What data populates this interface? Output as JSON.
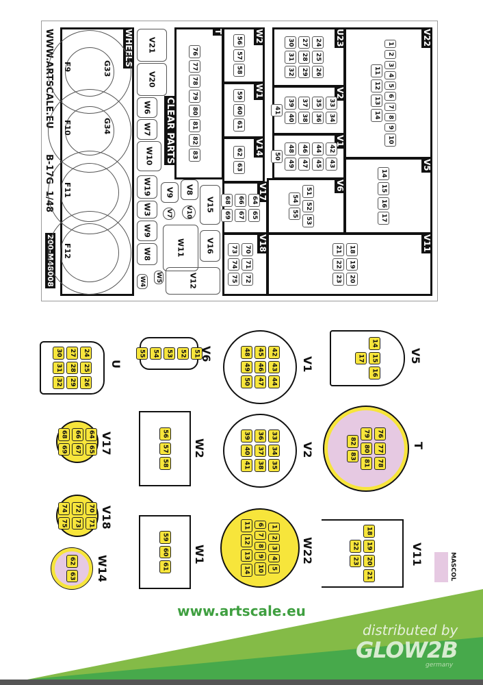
{
  "sheet": {
    "website": "WWW.ARTSCALE.EU",
    "model": "B-17G  1/48",
    "code": "200-M48008",
    "clear_parts": "CLEAR PARTS",
    "wheels": {
      "label": "WHEELS",
      "items": [
        {
          "outer": "F9",
          "inner": "G33"
        },
        {
          "outer": "F10",
          "inner": "G34"
        },
        {
          "outer": "F11",
          "inner": ""
        },
        {
          "outer": "F12",
          "inner": ""
        }
      ]
    },
    "loose": [
      "V21",
      "V20",
      "W6",
      "W7",
      "W10",
      "W19",
      "W3",
      "W9",
      "W8",
      "W4",
      "V9",
      "V8",
      "V7",
      "V10",
      "V15",
      "V16",
      "W11",
      "W5",
      "V12"
    ],
    "boxes": {
      "T": {
        "label": "T",
        "parts": [
          "76",
          "77",
          "78",
          "79",
          "80",
          "81",
          "82",
          "83"
        ]
      },
      "W2": {
        "label": "W2",
        "parts": [
          "56",
          "57",
          "58"
        ]
      },
      "W1": {
        "label": "W1",
        "parts": [
          "59",
          "60",
          "61"
        ]
      },
      "V14": {
        "label": "V14",
        "parts": [
          "62",
          "63"
        ]
      },
      "V17": {
        "label": "V17",
        "parts": [
          "64",
          "65",
          "66",
          "67",
          "68",
          "69"
        ]
      },
      "V18": {
        "label": "V18",
        "parts": [
          "70",
          "71",
          "72",
          "73",
          "74",
          "75"
        ]
      },
      "U23": {
        "label": "U23",
        "parts": [
          "24",
          "25",
          "26",
          "27",
          "28",
          "29",
          "30",
          "31",
          "32"
        ]
      },
      "V2": {
        "label": "V2",
        "parts": [
          "33",
          "34",
          "35",
          "36",
          "37",
          "38",
          "39",
          "40",
          "41"
        ]
      },
      "V1": {
        "label": "V1",
        "parts": [
          "42",
          "43",
          "44",
          "45",
          "46",
          "47",
          "48",
          "49",
          "50"
        ]
      },
      "V6": {
        "label": "V6",
        "parts": [
          "51",
          "52",
          "53",
          "54",
          "55"
        ]
      },
      "V22": {
        "label": "V22",
        "parts": [
          "1",
          "2",
          "3",
          "4",
          "5",
          "6",
          "7",
          "8",
          "9",
          "10",
          "11",
          "12",
          "13",
          "14"
        ]
      },
      "V5": {
        "label": "V5",
        "parts": [
          "14",
          "15",
          "16",
          "17"
        ]
      },
      "V11": {
        "label": "V11",
        "parts": [
          "18",
          "19",
          "20",
          "21",
          "22",
          "23"
        ]
      }
    }
  },
  "diagrams": {
    "V5": {
      "label": "V5",
      "parts": [
        "14",
        "15",
        "16",
        "17"
      ]
    },
    "T": {
      "label": "T",
      "parts": [
        "76",
        "77",
        "78",
        "79",
        "80",
        "81",
        "82",
        "83"
      ]
    },
    "V11": {
      "label": "V11",
      "parts": [
        "18",
        "19",
        "20",
        "21",
        "22",
        "23"
      ]
    },
    "V1": {
      "label": "V1",
      "parts": [
        "42",
        "43",
        "44",
        "45",
        "46",
        "47",
        "48",
        "49",
        "50"
      ]
    },
    "V2": {
      "label": "V2",
      "parts": [
        "33",
        "34",
        "35",
        "36",
        "37",
        "38",
        "39",
        "40",
        "41"
      ]
    },
    "W22": {
      "label": "W22",
      "parts": [
        "1",
        "2",
        "3",
        "4",
        "5",
        "6",
        "7",
        "8",
        "9",
        "10",
        "11",
        "12",
        "13",
        "14"
      ]
    },
    "V6": {
      "label": "V6",
      "parts": [
        "51",
        "52",
        "53",
        "54",
        "55"
      ]
    },
    "W2": {
      "label": "W2",
      "parts": [
        "56",
        "57",
        "58"
      ]
    },
    "W1": {
      "label": "W1",
      "parts": [
        "59",
        "60",
        "61"
      ]
    },
    "U": {
      "label": "U",
      "parts": [
        "24",
        "25",
        "26",
        "27",
        "28",
        "29",
        "30",
        "31",
        "32"
      ]
    },
    "V17": {
      "label": "V17",
      "parts": [
        "64",
        "65",
        "66",
        "67",
        "68",
        "69"
      ]
    },
    "V18": {
      "label": "V18",
      "parts": [
        "70",
        "71",
        "72",
        "73",
        "74",
        "75"
      ]
    },
    "W14": {
      "label": "W14",
      "parts": [
        "62",
        "63"
      ]
    }
  },
  "legend": {
    "mascol": "MASCOL",
    "mascol_color": "#e6c9e2",
    "mask_color": "#f7e53b"
  },
  "footer": {
    "website": "www.artscale.eu",
    "distributed_by": "distributed by",
    "brand": "GLOW2B",
    "brand_sub": "germany"
  }
}
